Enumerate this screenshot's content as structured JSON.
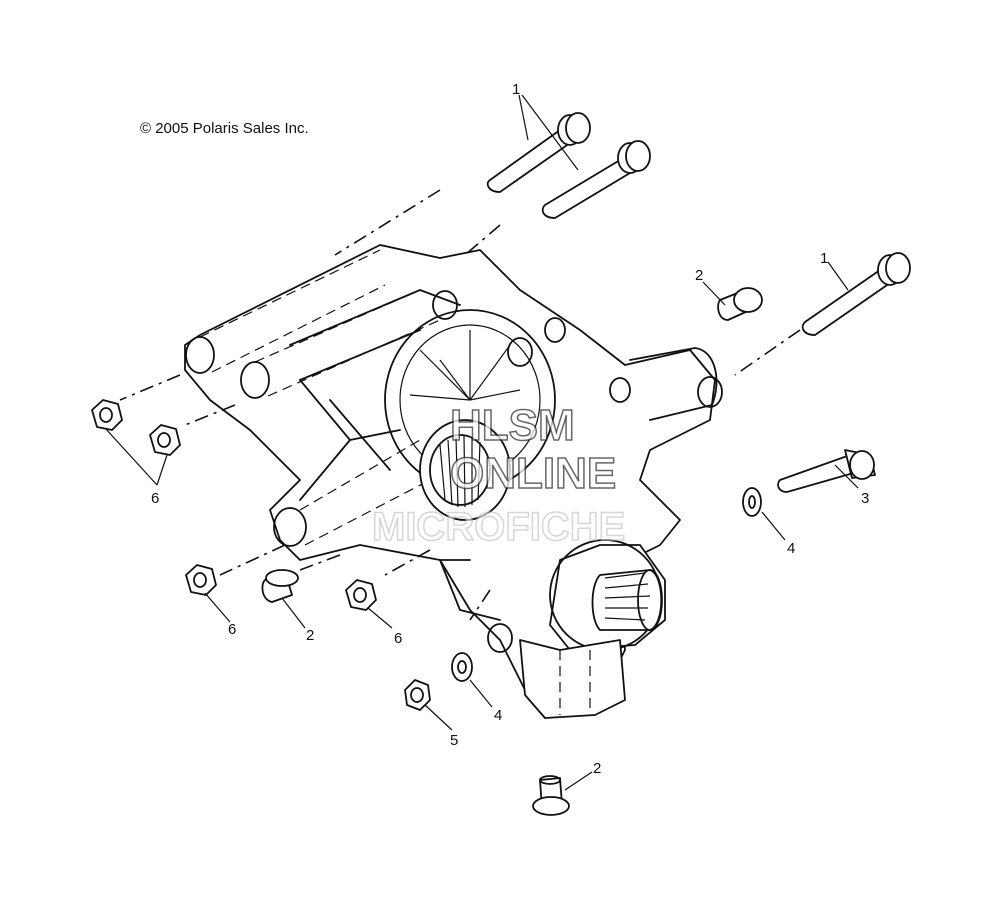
{
  "copyright": "© 2005 Polaris Sales Inc.",
  "watermark": {
    "line1": "HLSM",
    "line2": "ONLINE",
    "line3": "MICROFICHE"
  },
  "callouts": {
    "bolts_top": "1",
    "bolt_right": "1",
    "flange_bolt_top": "2",
    "flange_bolt_left": "2",
    "flange_bolt_bottom": "2",
    "long_bolt": "3",
    "washer_right": "4",
    "washer_bottom": "4",
    "nut_small": "5",
    "nuts_left": "6",
    "nut_bottom_left": "6",
    "nut_bottom_mid": "6"
  }
}
